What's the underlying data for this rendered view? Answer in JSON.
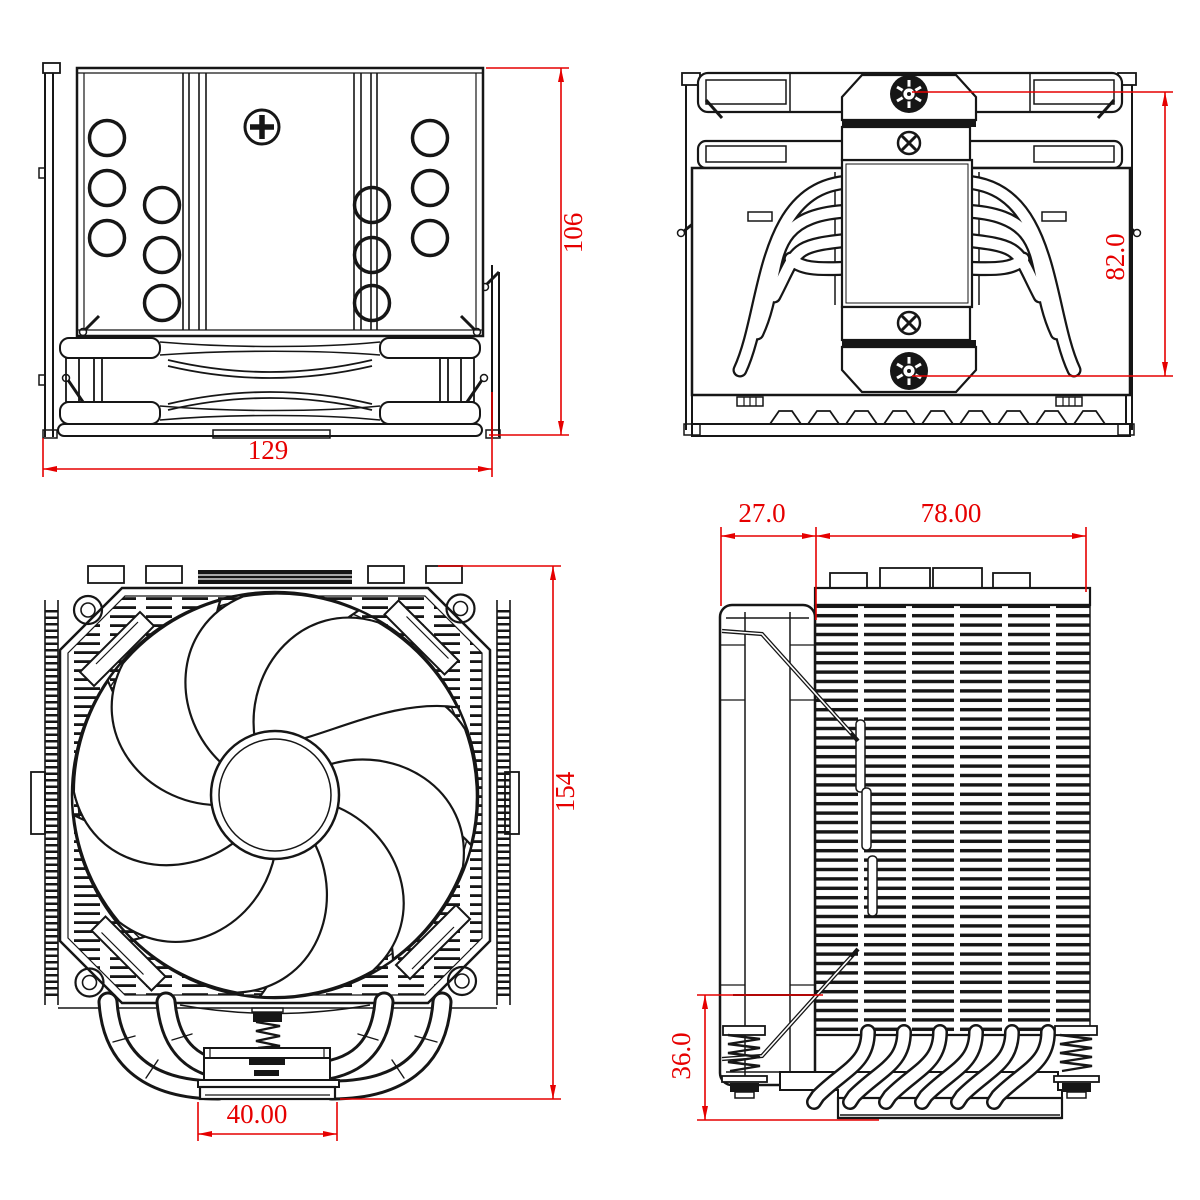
{
  "colors": {
    "line": "#161616",
    "dimension": "#e60000",
    "background": "#ffffff"
  },
  "views": {
    "top": {
      "dims": {
        "width": "129",
        "height": "106"
      }
    },
    "mounting": {
      "dims": {
        "screw_pitch": "82.0"
      }
    },
    "front": {
      "dims": {
        "height": "154",
        "base_width": "40.00"
      }
    },
    "side": {
      "dims": {
        "fan_thickness": "27.0",
        "heatsink_depth": "78.00",
        "base_height": "36.0"
      }
    }
  }
}
